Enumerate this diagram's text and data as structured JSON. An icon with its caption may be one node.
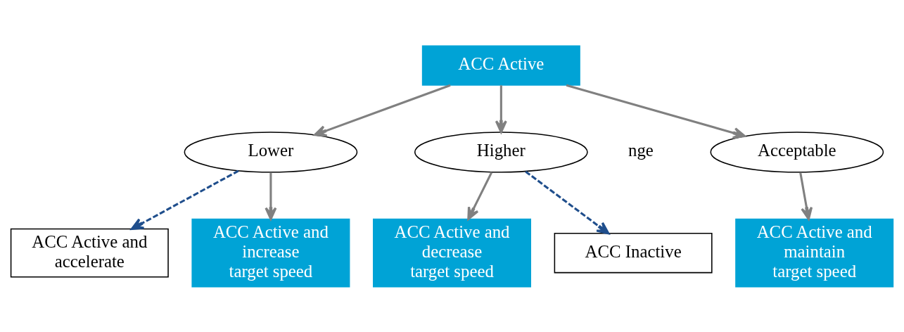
{
  "diagram": {
    "nodes": [
      {
        "text": [
          "ACC Active"
        ]
      },
      {
        "text": [
          "Higher"
        ]
      },
      {
        "text": [
          "Acceptable"
        ]
      },
      {
        "text": [
          "Lower"
        ]
      },
      {
        "text": [
          "ACC Inactive"
        ]
      },
      {
        "text": [
          "ACC Active and decrease target speed"
        ]
      },
      {
        "text": [
          "ACC Active and maintain target speed"
        ]
      },
      {
        "text": [
          "ACC Active and accelerate"
        ]
      },
      {
        "text": [
          "ACC Active and increase target speed"
        ]
      }
    ],
    "edges": [
      {
        "from": 0,
        "to": 1,
        "arrow": "to"
      },
      {
        "from": 0,
        "to": 2,
        "arrow": "to"
      },
      {
        "from": 0,
        "to": 3,
        "arrow": "to"
      },
      {
        "from": 1,
        "to": 4,
        "arrow": "to",
        "style": "dashed",
        "color": "#1f4e8c"
      },
      {
        "from": 1,
        "to": 5,
        "arrow": "to"
      },
      {
        "from": 2,
        "to": 6,
        "arrow": "to"
      },
      {
        "from": 3,
        "to": 7,
        "arrow": "to",
        "style": "dashed",
        "color": "#1f4e8c"
      },
      {
        "from": 3,
        "to": 8,
        "arrow": "to"
      }
    ],
    "labels": [
      "nge"
    ]
  }
}
